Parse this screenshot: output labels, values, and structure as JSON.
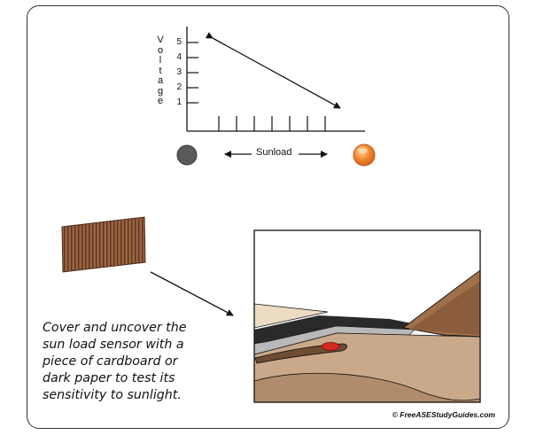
{
  "graph": {
    "ylabel_letters": [
      "V",
      "o",
      "l",
      "t",
      "a",
      "g",
      "e"
    ],
    "ytick_labels": [
      "5",
      "4",
      "3",
      "2",
      "1"
    ],
    "xlabel": "Sunload"
  },
  "caption_lines": [
    "Cover and uncover the",
    "sun load sensor with a",
    "piece of cardboard or",
    "dark paper to test its",
    "sensitivity to sunlight."
  ],
  "copyright": "© FreeASEStudyGuides.com",
  "icons": {
    "dark_indicator": "dark-circle-icon",
    "bright_indicator": "sun-circle-icon"
  },
  "colors": {
    "dark_circle": "#5a5a5a",
    "sun_circle": "#f08a2a",
    "cardboard": "#8b5a3a",
    "dashboard": "#c8a585"
  }
}
